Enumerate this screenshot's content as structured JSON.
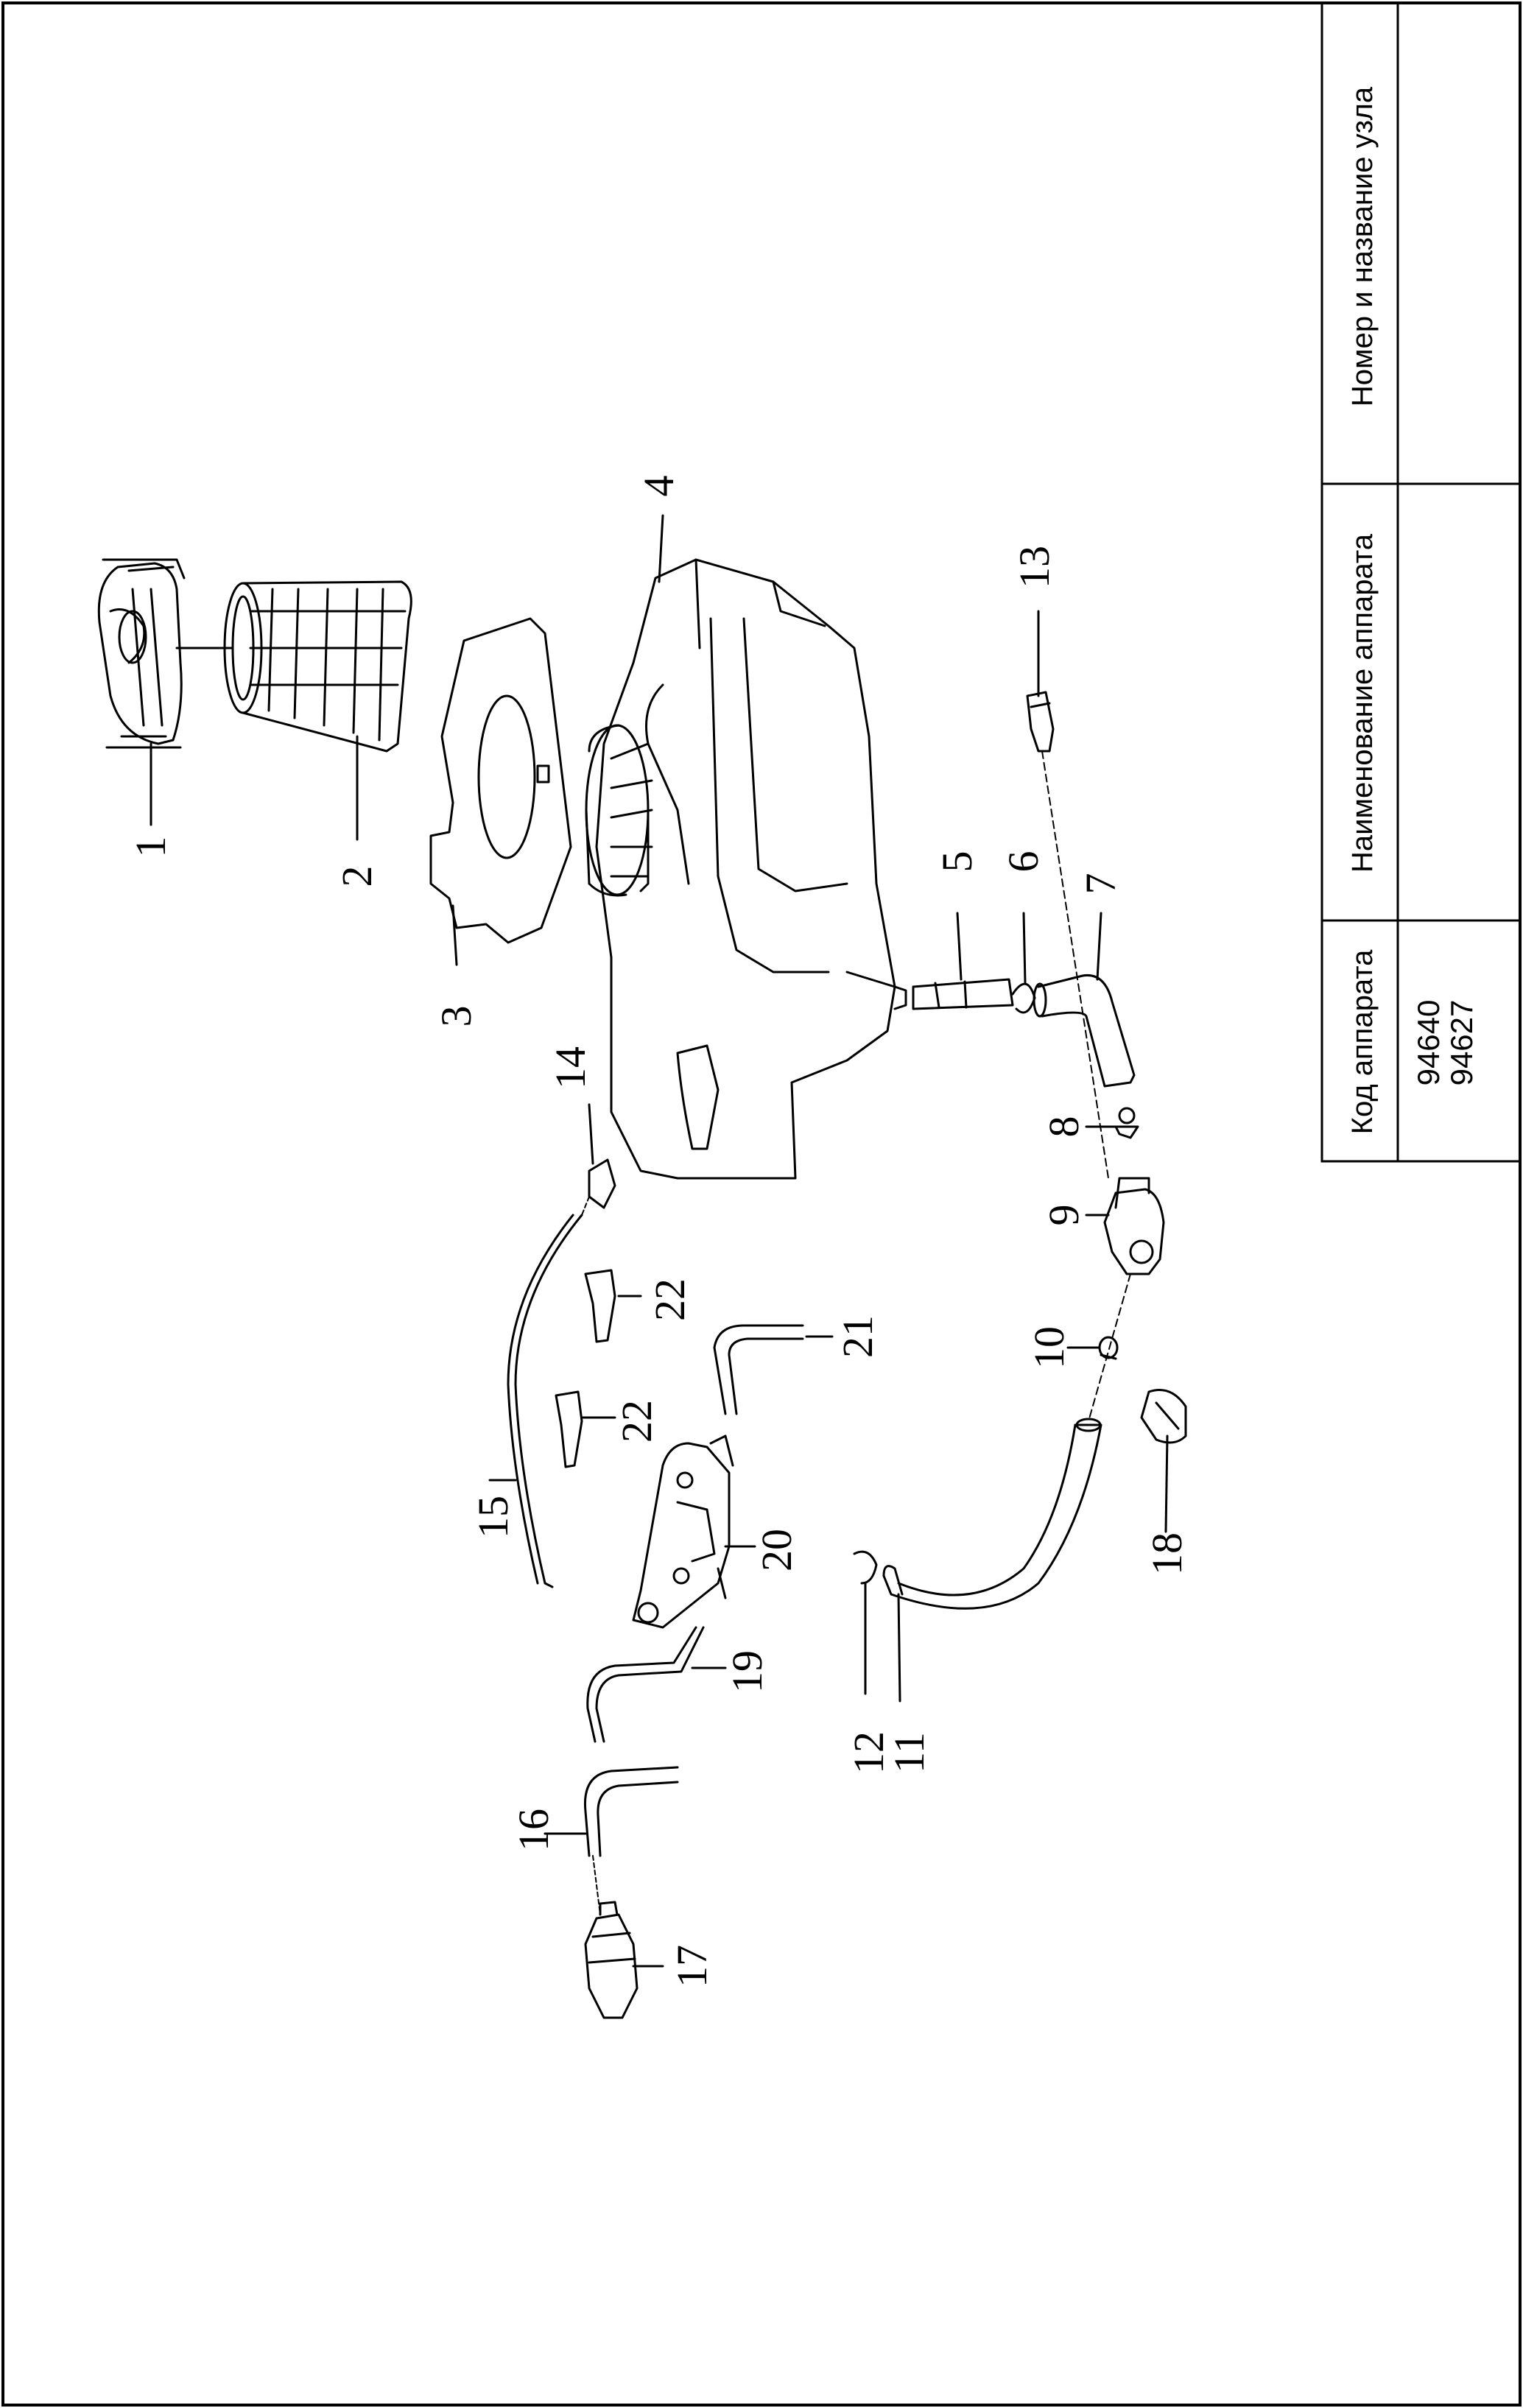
{
  "title_block": {
    "col_code_header": "Код аппарата",
    "col_name_header": "Наименование аппарата",
    "col_unit_header": "Номер и название узла",
    "codes": [
      "94640",
      "94627"
    ]
  },
  "callouts": [
    "1",
    "2",
    "3",
    "4",
    "5",
    "6",
    "7",
    "8",
    "9",
    "10",
    "11",
    "12",
    "13",
    "14",
    "15",
    "16",
    "17",
    "18",
    "19",
    "20",
    "21",
    "22",
    "22"
  ]
}
